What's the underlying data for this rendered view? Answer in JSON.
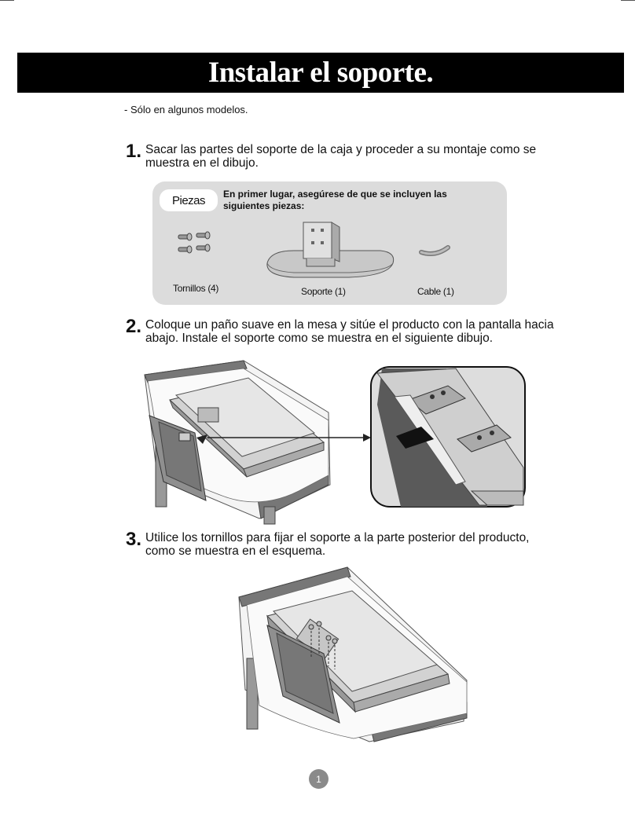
{
  "title": "Instalar el soporte.",
  "note": "- Sólo en algunos modelos.",
  "steps": [
    {
      "number": "1.",
      "lines": [
        "Sacar las partes del soporte de la caja y proceder a su montaje como se",
        "muestra en el dibujo."
      ]
    },
    {
      "number": "2.",
      "lines": [
        "Coloque un paño suave en la mesa y sitúe el producto con la pantalla hacia",
        "abajo. Instale el soporte como se muestra en el siguiente dibujo."
      ]
    },
    {
      "number": "3.",
      "lines": [
        "Utilice los tornillos para fijar el soporte a la parte posterior del producto,",
        "como se muestra en el esquema."
      ]
    }
  ],
  "parts": {
    "tab_label": "Piezas",
    "intro_lines": [
      "En primer lugar, asegúrese de que se incluyen las",
      "siguientes piezas:"
    ],
    "items": [
      {
        "label": "Tornillos (4)",
        "icon": "screws-icon"
      },
      {
        "label": "Soporte (1)",
        "icon": "stand-icon"
      },
      {
        "label": "Cable (1)",
        "icon": "cable-icon"
      }
    ]
  },
  "page_number": "1"
}
